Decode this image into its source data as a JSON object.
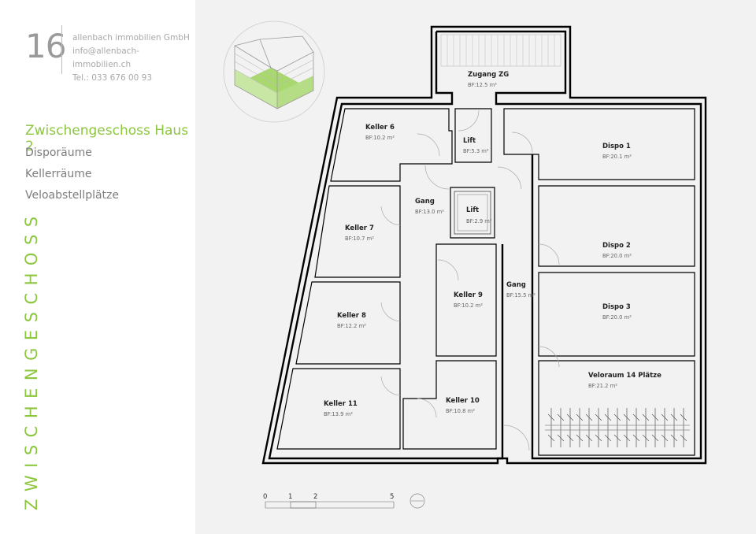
{
  "page_number": "16",
  "company": {
    "name": "allenbach immobilien GmbH",
    "email": "info@allenbach-immobilien.ch",
    "phone": "Tel.: 033 676 00 93"
  },
  "headline": "Zwischengeschoss Haus 2",
  "topics": [
    "Disporäume",
    "Kellerräume",
    "Veloabstellplätze"
  ],
  "vertical_title": "ZWISCHENGESCHOSS",
  "accent_color": "#8dc63f",
  "rooms": {
    "zugang": {
      "name": "Zugang ZG",
      "area": "BF:12.5 m²"
    },
    "keller6": {
      "name": "Keller 6",
      "area": "BF:10.2 m²"
    },
    "lift1": {
      "name": "Lift",
      "area": "BF:5.3 m²"
    },
    "dispo1": {
      "name": "Dispo 1",
      "area": "BF:20.1 m²"
    },
    "gang1": {
      "name": "Gang",
      "area": "BF:13.0 m²"
    },
    "lift2": {
      "name": "Lift",
      "area": "BF:2.9 m²"
    },
    "keller7": {
      "name": "Keller 7",
      "area": "BF:10.7 m²"
    },
    "dispo2": {
      "name": "Dispo 2",
      "area": "BF:20.0 m²"
    },
    "gang2": {
      "name": "Gang",
      "area": "BF:15.5 m²"
    },
    "keller9": {
      "name": "Keller 9",
      "area": "BF:10.2 m²"
    },
    "dispo3": {
      "name": "Dispo 3",
      "area": "BF:20.0 m²"
    },
    "keller8": {
      "name": "Keller 8",
      "area": "BF:12.2 m²"
    },
    "velo": {
      "name": "Veloraum 14 Plätze",
      "area": "BF:21.2 m²"
    },
    "keller11": {
      "name": "Keller 11",
      "area": "BF:13.9 m²"
    },
    "keller10": {
      "name": "Keller 10",
      "area": "BF:10.8 m²"
    }
  },
  "scale_labels": [
    "0",
    "1",
    "2",
    "5"
  ]
}
